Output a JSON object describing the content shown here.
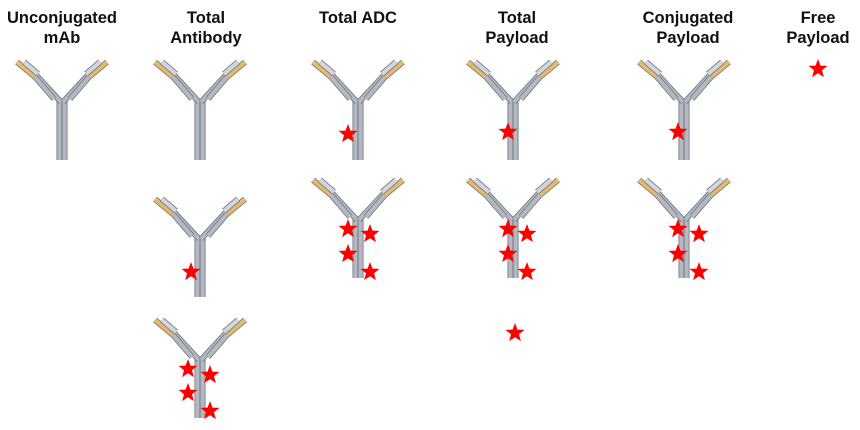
{
  "columns": [
    {
      "id": "unconjugated-mab",
      "line1": "Unconjugated",
      "line2": "mAb"
    },
    {
      "id": "total-antibody",
      "line1": "Total",
      "line2": "Antibody"
    },
    {
      "id": "total-adc",
      "line1": "Total ADC",
      "line2": ""
    },
    {
      "id": "total-payload",
      "line1": "Total",
      "line2": "Payload"
    },
    {
      "id": "conjugated-payload",
      "line1": "Conjugated",
      "line2": "Payload"
    },
    {
      "id": "free-payload",
      "line1": "Free",
      "line2": "Payload"
    }
  ],
  "glyphs": {
    "antibody": "antibody-icon",
    "payload": "star-icon"
  },
  "colors": {
    "heavy_chain": "#b4b9c1",
    "heavy_chain_outline": "#6e7580",
    "light_chain_tip": "#e8b96a",
    "payload": "#ff0000",
    "text": "#111111"
  },
  "antibody_counts_per_column": [
    1,
    3,
    2,
    2,
    2,
    0
  ],
  "payload_counts": {
    "unconjugated_mab": 0,
    "total_antibody": [
      0,
      1,
      4
    ],
    "total_adc": [
      1,
      4
    ],
    "total_payload": [
      1,
      4
    ],
    "total_payload_free": 1,
    "conjugated_payload": [
      1,
      4
    ],
    "free_payload": 1
  }
}
